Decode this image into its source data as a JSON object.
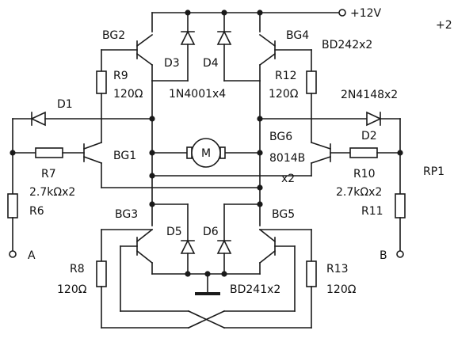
{
  "labels": {
    "supply": "+12V",
    "corner": "+2",
    "bg2": "BG2",
    "bg4": "BG4",
    "bd242": "BD242x2",
    "d3": "D3",
    "d4": "D4",
    "r9": "R9",
    "r9v": "120Ω",
    "r12": "R12",
    "r12v": "120Ω",
    "n4001": "1N4001x4",
    "d1": "D1",
    "n4148": "2N4148x2",
    "bg6": "BG6",
    "p8014": "8014B",
    "x2": "x2",
    "motor": "M",
    "bg1": "BG1",
    "d2": "D2",
    "r7": "R7",
    "r7v": "2.7kΩx2",
    "r10": "R10",
    "r10v": "2.7kΩx2",
    "rp1": "RP1",
    "r6": "R6",
    "r11": "R11",
    "bg3": "BG3",
    "bg5": "BG5",
    "d5": "D5",
    "d6": "D6",
    "termA": "A",
    "termB": "B",
    "r8": "R8",
    "r8v": "120Ω",
    "r13": "R13",
    "r13v": "120Ω",
    "bd241": "BD241x2"
  }
}
